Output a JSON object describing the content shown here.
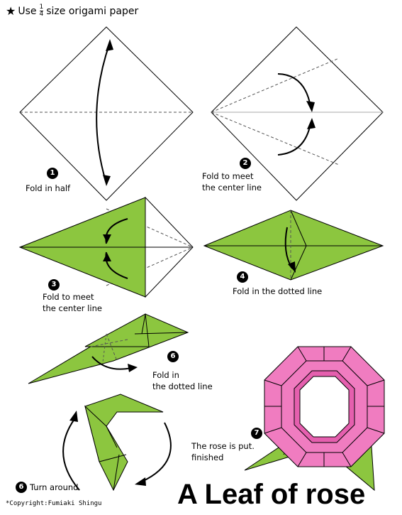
{
  "header": {
    "star": "★",
    "use": "Use",
    "frac_num": "1",
    "frac_den": "4",
    "rest": "size origami paper"
  },
  "steps": [
    {
      "number": "1",
      "text": "Fold in half"
    },
    {
      "number": "2",
      "text": "Fold to meet\nthe center line"
    },
    {
      "number": "3",
      "text": "Fold to meet\nthe center line"
    },
    {
      "number": "4",
      "text": "Fold in the dotted line"
    },
    {
      "number": "6",
      "text": "Fold in\nthe dotted line"
    },
    {
      "number": "6",
      "text": "Turn around"
    },
    {
      "number": "7",
      "text": "The rose is put.\nfinished"
    }
  ],
  "title": "A Leaf of rose",
  "copyright": "*Copyright:Fumiaki Shingu",
  "colors": {
    "leaf": "#8cc63f",
    "rose": "#f07cc0",
    "outline": "#000000"
  }
}
